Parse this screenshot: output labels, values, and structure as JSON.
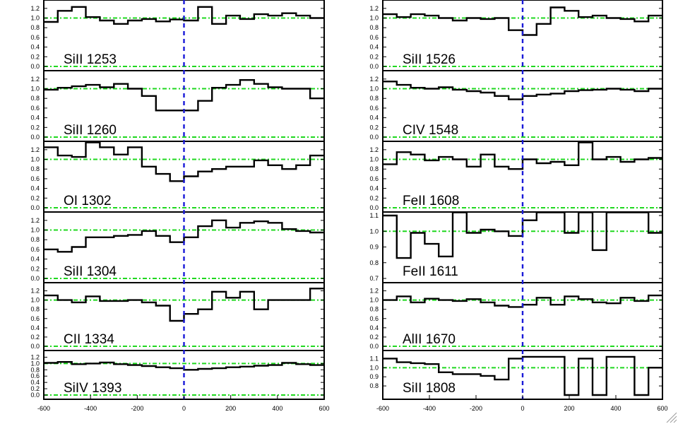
{
  "chart_data": {
    "type": "line",
    "xlim": [
      -600,
      600
    ],
    "x_ticks": [
      "-600",
      "-400",
      "-200",
      "0",
      "200",
      "400",
      "600"
    ],
    "columns": [
      {
        "panels": [
          {
            "label": "SiII 1253",
            "ylim": [
              0.0,
              1.3
            ],
            "yticks": [
              0.0,
              0.2,
              0.4,
              0.6,
              0.8,
              1.0,
              1.2
            ],
            "ytick_labels": [
              "0.0",
              "0.2",
              "0.4",
              "0.6",
              "0.8",
              "1.0",
              "1.2"
            ],
            "edges": [
              -600,
              -540,
              -480,
              -420,
              -360,
              -300,
              -240,
              -180,
              -120,
              -60,
              0,
              60,
              120,
              180,
              240,
              300,
              360,
              420,
              480,
              540,
              600
            ],
            "values": [
              0.92,
              1.15,
              1.23,
              1.02,
              0.95,
              0.88,
              0.95,
              0.98,
              0.93,
              0.97,
              0.95,
              1.23,
              0.88,
              1.05,
              0.98,
              1.08,
              1.05,
              1.1,
              1.05,
              1.0
            ]
          },
          {
            "label": "SiII 1260",
            "ylim": [
              0.0,
              1.3
            ],
            "yticks": [
              0.0,
              0.2,
              0.4,
              0.6,
              0.8,
              1.0,
              1.2
            ],
            "ytick_labels": [
              "0.0",
              "0.2",
              "0.4",
              "0.6",
              "0.8",
              "1.0",
              "1.2"
            ],
            "edges": [
              -600,
              -540,
              -480,
              -420,
              -360,
              -300,
              -240,
              -180,
              -120,
              -60,
              0,
              60,
              120,
              180,
              240,
              300,
              360,
              420,
              480,
              540,
              600
            ],
            "values": [
              0.98,
              1.02,
              1.05,
              1.08,
              1.03,
              1.1,
              1.0,
              0.85,
              0.55,
              0.55,
              0.55,
              0.75,
              1.02,
              1.08,
              1.18,
              1.1,
              1.03,
              1.0,
              1.0,
              0.8
            ]
          },
          {
            "label": "OI 1302",
            "ylim": [
              0.0,
              1.3
            ],
            "yticks": [
              0.0,
              0.2,
              0.4,
              0.6,
              0.8,
              1.0,
              1.2
            ],
            "ytick_labels": [
              "0.0",
              "0.2",
              "0.4",
              "0.6",
              "0.8",
              "1.0",
              "1.2"
            ],
            "edges": [
              -600,
              -540,
              -480,
              -420,
              -360,
              -300,
              -240,
              -180,
              -120,
              -60,
              0,
              60,
              120,
              180,
              240,
              300,
              360,
              420,
              480,
              540,
              600
            ],
            "values": [
              1.25,
              1.08,
              1.05,
              1.35,
              1.25,
              1.1,
              1.25,
              0.85,
              0.7,
              0.55,
              0.65,
              0.75,
              0.8,
              0.85,
              0.85,
              0.98,
              0.88,
              0.8,
              0.88,
              1.08
            ]
          },
          {
            "label": "SiII 1304",
            "ylim": [
              0.0,
              1.3
            ],
            "yticks": [
              0.0,
              0.2,
              0.4,
              0.6,
              0.8,
              1.0,
              1.2
            ],
            "ytick_labels": [
              "0.0",
              "0.2",
              "0.4",
              "0.6",
              "0.8",
              "1.0",
              "1.2"
            ],
            "edges": [
              -600,
              -540,
              -480,
              -420,
              -360,
              -300,
              -240,
              -180,
              -120,
              -60,
              0,
              60,
              120,
              180,
              240,
              300,
              360,
              420,
              480,
              540,
              600
            ],
            "values": [
              0.6,
              0.55,
              0.65,
              0.85,
              0.85,
              0.88,
              0.9,
              0.98,
              0.88,
              0.75,
              0.85,
              1.08,
              1.2,
              1.05,
              1.15,
              1.18,
              1.15,
              1.02,
              0.98,
              0.95
            ]
          },
          {
            "label": "CII 1334",
            "ylim": [
              0.0,
              1.3
            ],
            "yticks": [
              0.0,
              0.2,
              0.4,
              0.6,
              0.8,
              1.0,
              1.2
            ],
            "ytick_labels": [
              "0.0",
              "0.2",
              "0.4",
              "0.6",
              "0.8",
              "1.0",
              "1.2"
            ],
            "edges": [
              -600,
              -540,
              -480,
              -420,
              -360,
              -300,
              -240,
              -180,
              -120,
              -60,
              0,
              60,
              120,
              180,
              240,
              300,
              360,
              420,
              480,
              540,
              600
            ],
            "values": [
              1.1,
              1.0,
              0.95,
              1.08,
              0.98,
              0.98,
              1.0,
              0.95,
              0.88,
              0.55,
              0.7,
              0.8,
              1.18,
              1.05,
              1.18,
              0.8,
              1.0,
              1.0,
              1.0,
              1.25
            ]
          },
          {
            "label": "SiIV 1393",
            "ylim": [
              0.0,
              1.3
            ],
            "yticks": [
              0.0,
              0.2,
              0.4,
              0.6,
              0.8,
              1.0,
              1.2
            ],
            "ytick_labels": [
              "0.0",
              "0.2",
              "0.4",
              "0.6",
              "0.8",
              "1.0",
              "1.2"
            ],
            "edges": [
              -600,
              -540,
              -480,
              -420,
              -360,
              -300,
              -240,
              -180,
              -120,
              -60,
              0,
              60,
              120,
              180,
              240,
              300,
              360,
              420,
              480,
              540,
              600
            ],
            "values": [
              1.02,
              1.05,
              0.98,
              1.0,
              1.03,
              0.98,
              0.95,
              0.92,
              0.88,
              0.85,
              0.8,
              0.83,
              0.85,
              0.88,
              0.9,
              0.93,
              0.95,
              1.02,
              0.98,
              0.95
            ]
          }
        ]
      },
      {
        "panels": [
          {
            "label": "SiII 1526",
            "ylim": [
              0.0,
              1.3
            ],
            "yticks": [
              0.0,
              0.2,
              0.4,
              0.6,
              0.8,
              1.0,
              1.2
            ],
            "ytick_labels": [
              "0.0",
              "0.2",
              "0.4",
              "0.6",
              "0.8",
              "1.0",
              "1.2"
            ],
            "edges": [
              -600,
              -540,
              -480,
              -420,
              -360,
              -300,
              -240,
              -180,
              -120,
              -60,
              0,
              60,
              120,
              180,
              240,
              300,
              360,
              420,
              480,
              540,
              600
            ],
            "values": [
              1.08,
              1.02,
              1.08,
              1.05,
              1.0,
              0.95,
              1.0,
              0.98,
              1.0,
              0.75,
              0.65,
              0.88,
              1.22,
              1.15,
              1.02,
              1.05,
              1.0,
              0.98,
              0.93,
              1.05
            ]
          },
          {
            "label": "CIV 1548",
            "ylim": [
              0.0,
              1.3
            ],
            "yticks": [
              0.0,
              0.2,
              0.4,
              0.6,
              0.8,
              1.0,
              1.2
            ],
            "ytick_labels": [
              "0.0",
              "0.2",
              "0.4",
              "0.6",
              "0.8",
              "1.0",
              "1.2"
            ],
            "edges": [
              -600,
              -540,
              -480,
              -420,
              -360,
              -300,
              -240,
              -180,
              -120,
              -60,
              0,
              60,
              120,
              180,
              240,
              300,
              360,
              420,
              480,
              540,
              600
            ],
            "values": [
              1.15,
              1.08,
              1.02,
              1.0,
              1.03,
              0.98,
              0.95,
              0.92,
              0.85,
              0.78,
              0.85,
              0.88,
              0.9,
              0.95,
              0.97,
              0.98,
              1.0,
              0.98,
              0.95,
              1.0
            ]
          },
          {
            "label": "FeII 1608",
            "ylim": [
              0.0,
              1.3
            ],
            "yticks": [
              0.0,
              0.2,
              0.4,
              0.6,
              0.8,
              1.0,
              1.2
            ],
            "ytick_labels": [
              "0.0",
              "0.2",
              "0.4",
              "0.6",
              "0.8",
              "1.0",
              "1.2"
            ],
            "edges": [
              -600,
              -540,
              -480,
              -420,
              -360,
              -300,
              -240,
              -180,
              -120,
              -60,
              0,
              60,
              120,
              180,
              240,
              300,
              360,
              420,
              480,
              540,
              600
            ],
            "values": [
              0.9,
              1.15,
              1.1,
              0.98,
              1.05,
              1.0,
              0.85,
              1.1,
              0.85,
              0.8,
              1.0,
              0.92,
              0.95,
              0.88,
              1.35,
              1.0,
              1.05,
              0.95,
              1.0,
              1.03
            ]
          },
          {
            "label": "FeII 1611",
            "ylim": [
              0.7,
              1.1
            ],
            "yticks": [
              0.7,
              0.8,
              0.9,
              1.0,
              1.1
            ],
            "ytick_labels": [
              "0.7",
              "0.8",
              "0.9",
              "1.0",
              "1.1"
            ],
            "edges": [
              -600,
              -540,
              -480,
              -420,
              -360,
              -300,
              -240,
              -180,
              -120,
              -60,
              0,
              60,
              120,
              180,
              240,
              300,
              360,
              420,
              480,
              540,
              600
            ],
            "values": [
              1.1,
              0.83,
              0.99,
              0.92,
              0.84,
              1.12,
              0.99,
              1.01,
              1.0,
              0.97,
              1.07,
              1.12,
              1.12,
              0.99,
              1.12,
              0.88,
              1.12,
              1.12,
              1.12,
              0.99
            ]
          },
          {
            "label": "AlII 1670",
            "ylim": [
              0.0,
              1.3
            ],
            "yticks": [
              0.0,
              0.2,
              0.4,
              0.6,
              0.8,
              1.0,
              1.2
            ],
            "ytick_labels": [
              "0.0",
              "0.2",
              "0.4",
              "0.6",
              "0.8",
              "1.0",
              "1.2"
            ],
            "edges": [
              -600,
              -540,
              -480,
              -420,
              -360,
              -300,
              -240,
              -180,
              -120,
              -60,
              0,
              60,
              120,
              180,
              240,
              300,
              360,
              420,
              480,
              540,
              600
            ],
            "values": [
              1.0,
              1.08,
              0.95,
              1.03,
              1.0,
              0.98,
              1.02,
              0.95,
              0.88,
              0.85,
              0.9,
              1.05,
              0.9,
              1.08,
              1.02,
              0.95,
              0.93,
              1.05,
              0.98,
              1.1
            ]
          },
          {
            "label": "SiII 1808",
            "ylim": [
              0.7,
              1.15
            ],
            "yticks": [
              0.8,
              0.9,
              1.0,
              1.1
            ],
            "ytick_labels": [
              "0.8",
              "0.9",
              "1.0",
              "1.1"
            ],
            "edges": [
              -600,
              -540,
              -480,
              -420,
              -360,
              -300,
              -240,
              -180,
              -120,
              -60,
              0,
              60,
              120,
              180,
              240,
              300,
              360,
              420,
              480,
              540,
              600
            ],
            "values": [
              1.1,
              1.06,
              1.05,
              1.04,
              0.95,
              0.93,
              0.93,
              0.91,
              0.87,
              1.1,
              1.12,
              1.12,
              1.12,
              0.7,
              1.1,
              0.7,
              1.12,
              1.12,
              0.7,
              1.0
            ]
          }
        ]
      }
    ]
  }
}
